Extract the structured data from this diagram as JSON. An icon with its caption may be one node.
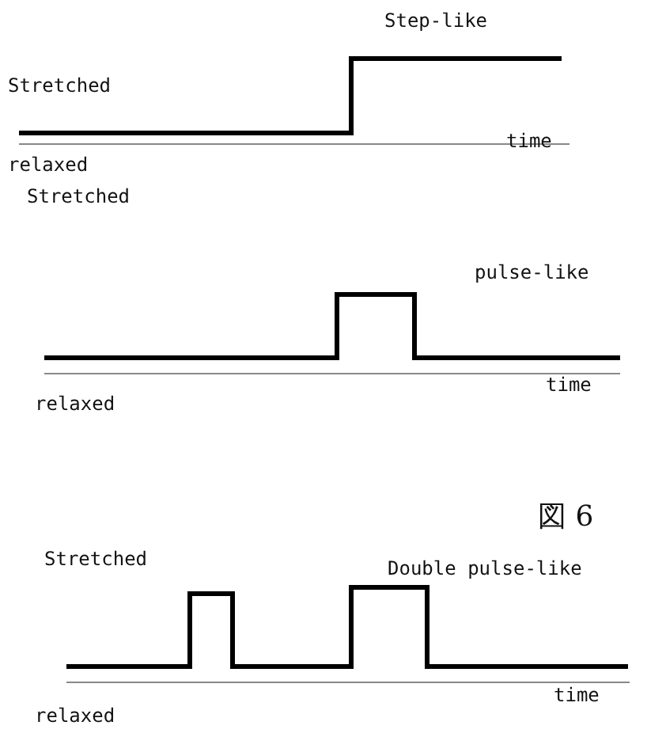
{
  "diagram": {
    "labels": [
      "Step-like",
      "Stretched",
      "relaxed",
      "time",
      "Stretched",
      "pulse-like",
      "relaxed",
      "time",
      "図 6",
      "Stretched",
      "Double pulse-like",
      "relaxed",
      "time"
    ]
  }
}
